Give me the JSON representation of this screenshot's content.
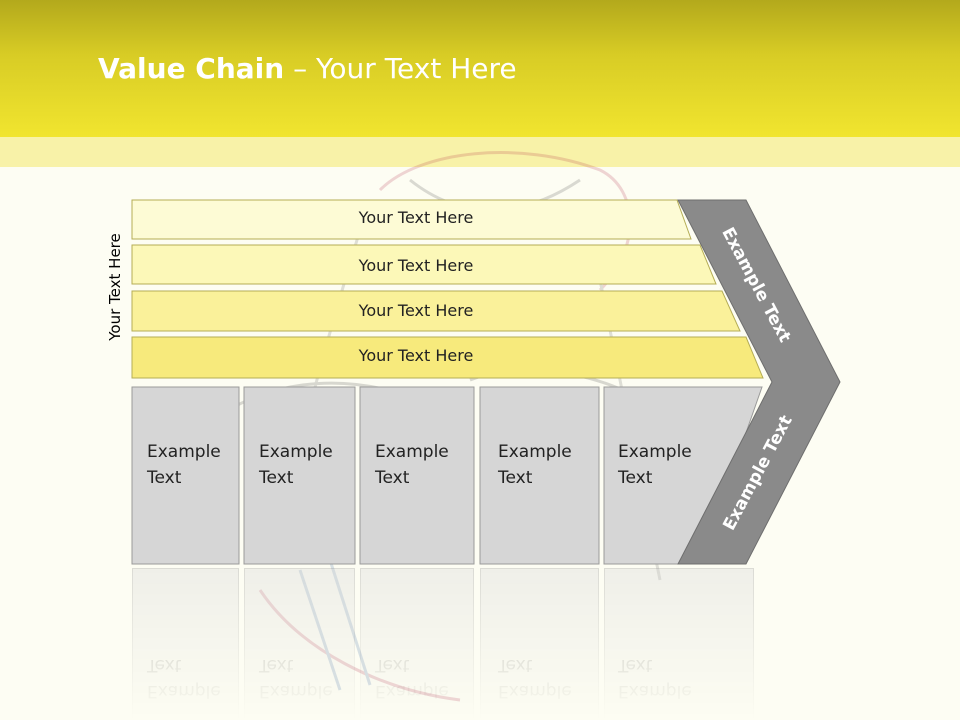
{
  "title": {
    "bold": "Value Chain",
    "rest": " – Your Text Here"
  },
  "side_label": "Your Text Here",
  "bars": [
    {
      "label": "Your Text Here"
    },
    {
      "label": "Your Text Here"
    },
    {
      "label": "Your Text Here"
    },
    {
      "label": "Your Text Here"
    }
  ],
  "boxes": [
    {
      "line1": "Example",
      "line2": "Text"
    },
    {
      "line1": "Example",
      "line2": "Text"
    },
    {
      "line1": "Example",
      "line2": "Text"
    },
    {
      "line1": "Example",
      "line2": "Text"
    },
    {
      "line1": "Example",
      "line2": "Text"
    }
  ],
  "chevron": {
    "upper_label": "Example Text",
    "lower_label": "Example Text"
  },
  "colors": {
    "header": "#f1e52f",
    "bar_fills": [
      "#fdfbd5",
      "#fcf8b8",
      "#faf19a",
      "#f7ea7c"
    ],
    "box_fill": "#d6d6d6",
    "chevron_fill": "#8a8a8a"
  }
}
